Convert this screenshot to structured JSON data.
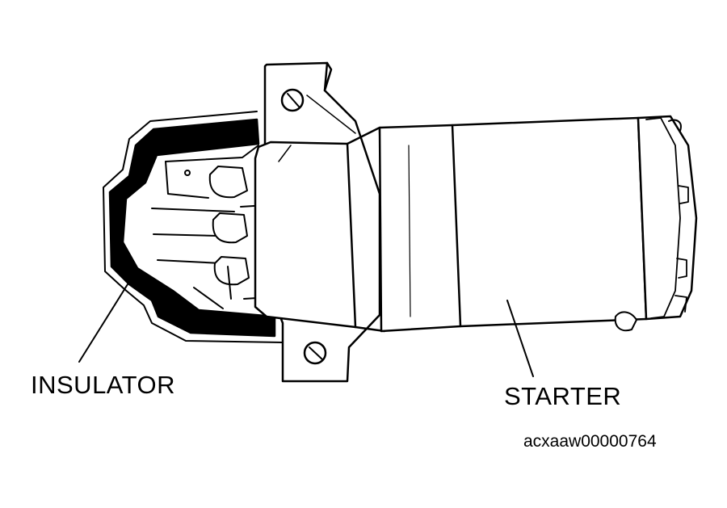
{
  "labels": {
    "insulator": "INSULATOR",
    "starter": "STARTER"
  },
  "figure_code": "acxaaw00000764",
  "colors": {
    "line": "#000000",
    "background": "#ffffff"
  }
}
